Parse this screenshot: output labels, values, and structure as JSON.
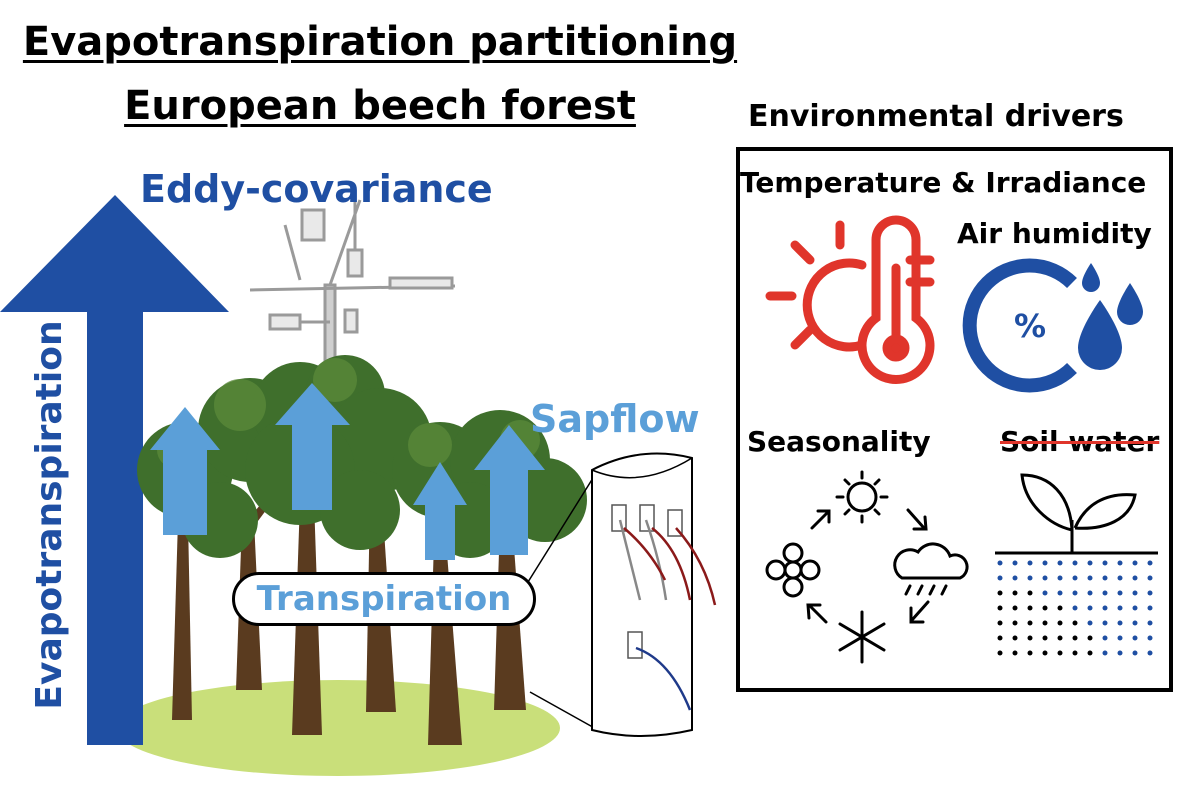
{
  "title": {
    "line1": "Evapotranspiration partitioning",
    "line2": "European beech forest"
  },
  "labels": {
    "eddy_covariance": "Eddy-covariance",
    "evapotranspiration": "Evapotranspiration",
    "transpiration": "Transpiration",
    "sapflow": "Sapflow"
  },
  "drivers": {
    "heading": "Environmental drivers",
    "temperature_irradiance": "Temperature & Irradiance",
    "air_humidity": "Air humidity",
    "seasonality": "Seasonality",
    "soil_water": "Soil water",
    "humidity_symbol": "%"
  },
  "colors": {
    "dark_blue": "#1f4fa3",
    "light_blue": "#5b9fd8",
    "red": "#e0352b",
    "grass": "#c9df7a",
    "foliage": "#3f6f2c",
    "trunk": "#5a3b1f"
  }
}
